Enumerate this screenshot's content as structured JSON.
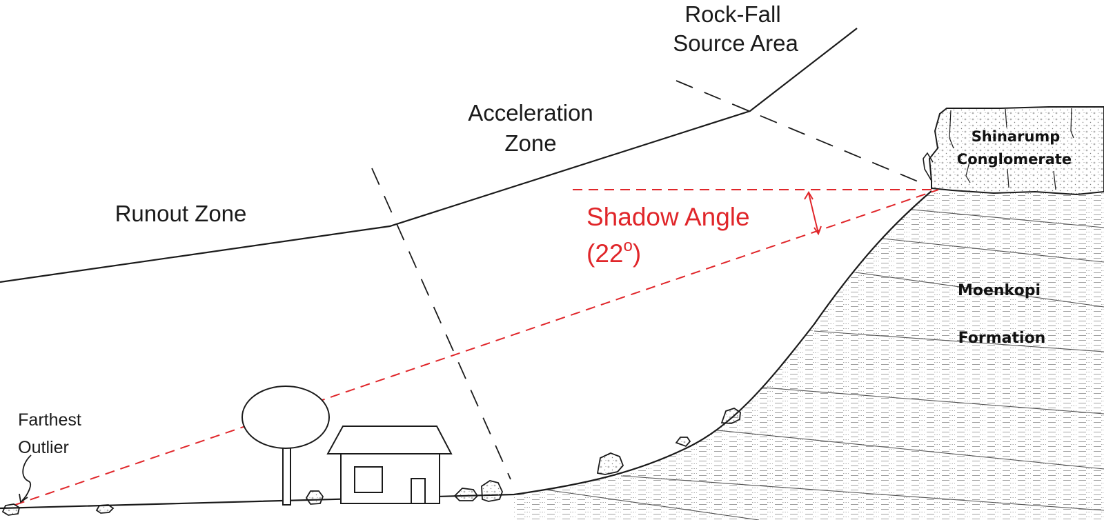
{
  "labels": {
    "source_area": [
      "Rock-Fall",
      "Source Area"
    ],
    "acceleration_zone": [
      "Acceleration",
      "Zone"
    ],
    "runout_zone": "Runout Zone",
    "shadow_angle": [
      "Shadow Angle",
      "(22",
      "o",
      ")"
    ],
    "farthest_outlier": [
      "Farthest",
      "Outlier"
    ],
    "shinarump": [
      "Shinarump",
      "Conglomerate"
    ],
    "moenkopi": [
      "Moenkopi",
      "Formation"
    ]
  },
  "shadow_angle_degrees": 22,
  "colors": {
    "line": "#1a1a1a",
    "shadow": "#e0262a",
    "dots": "#8a8a8a"
  }
}
